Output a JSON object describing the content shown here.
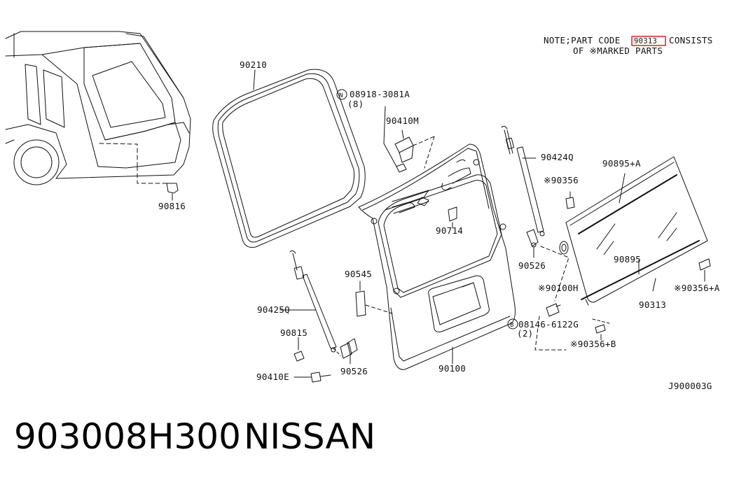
{
  "note": {
    "line1_prefix": "NOTE;PART CODE",
    "boxed_code": "90313",
    "line1_suffix": "CONSISTS",
    "line2": "OF ※MARKED PARTS",
    "box_color": "#e02020"
  },
  "diagram_code": "J900003G",
  "labels": {
    "p90210": "90210",
    "p90816": "90816",
    "p08918": "08918-3081A",
    "p08918_qty": "(8)",
    "p90410M": "90410M",
    "p90424Q": "90424Q",
    "p90895A": "90895+A",
    "p90356": "※90356",
    "p90714": "90714",
    "p90526r": "90526",
    "p90545": "90545",
    "p90895": "90895",
    "p90100H": "※90100H",
    "p90356A": "※90356+A",
    "p90425Q": "90425Q",
    "p90313": "90313",
    "p08146": "08146-6122G",
    "p08146_qty": "(2)",
    "p90815": "90815",
    "p90356B": "※90356+B",
    "p90410E": "90410E",
    "p90526l": "90526",
    "p90100": "90100",
    "circ_N": "N",
    "circ_B": "B"
  },
  "footer": {
    "part_number": "903008H300",
    "brand": "NISSAN"
  }
}
